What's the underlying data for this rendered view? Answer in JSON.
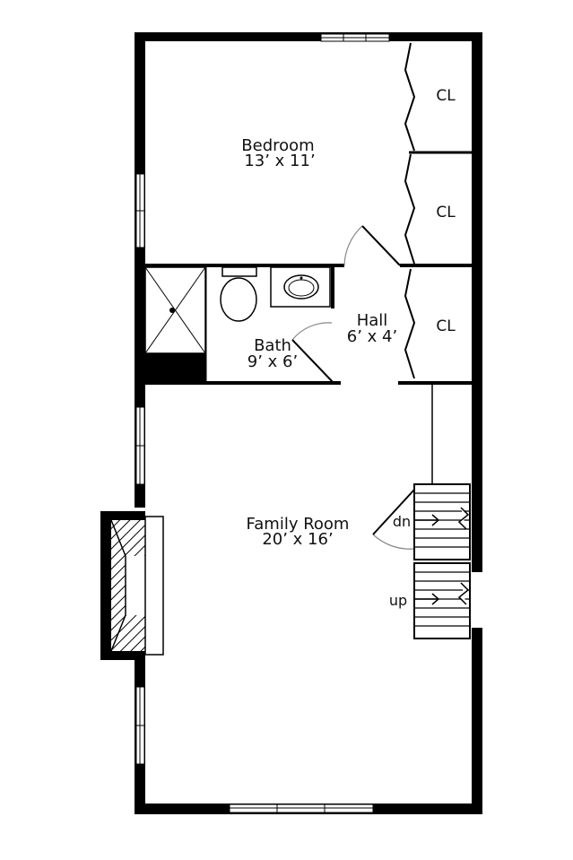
{
  "rooms": {
    "bedroom": {
      "name": "Bedroom",
      "dims": "13’ x 11’"
    },
    "bath": {
      "name": "Bath",
      "dims": "9’ x 6’"
    },
    "hall": {
      "name": "Hall",
      "dims": "6’ x 4’"
    },
    "family_room": {
      "name": "Family Room",
      "dims": "20’ x 16’"
    }
  },
  "closets": [
    "CL",
    "CL",
    "CL"
  ],
  "stairs": {
    "down": "dn",
    "up": "up"
  },
  "colors": {
    "wall": "#000000",
    "line": "#000000",
    "door_arc": "#888888",
    "background": "#ffffff"
  }
}
